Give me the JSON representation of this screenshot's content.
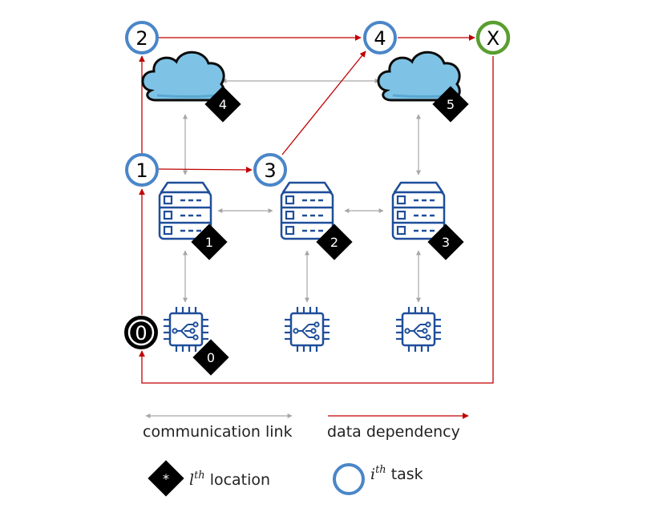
{
  "tasks": {
    "t0": "0",
    "t1": "1",
    "t2": "2",
    "t3": "3",
    "t4": "4",
    "exit": "X"
  },
  "locations": {
    "l0": "0",
    "l1": "1",
    "l2": "2",
    "l3": "3",
    "l4": "4",
    "l5": "5"
  },
  "legend": {
    "communication_link": "communication link",
    "data_dependency": "data dependency",
    "location_symbol": "*",
    "location_math": "l",
    "location_sup": "th",
    "location_label": "location",
    "task_math": "i",
    "task_sup": "th",
    "task_label": "task"
  },
  "colors": {
    "data_dependency": "#c00000",
    "communication_link": "#a6a6a6",
    "task_ring": "#4a86c8",
    "exit_ring": "#5a9e2f",
    "entry_ring": "#000000",
    "device_blue": "#1f4e9a",
    "cloud_fill": "#7ec3e6",
    "location_badge": "#000000"
  }
}
